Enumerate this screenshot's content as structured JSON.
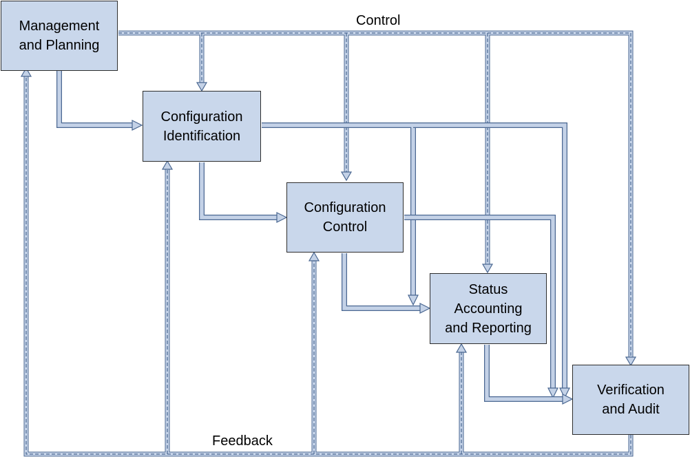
{
  "labels": {
    "control": "Control",
    "feedback": "Feedback"
  },
  "nodes": {
    "management": {
      "line1": "Management",
      "line2": "and Planning"
    },
    "identification": {
      "line1": "Configuration",
      "line2": "Identification"
    },
    "control": {
      "line1": "Configuration",
      "line2": "Control"
    },
    "status": {
      "line1": "Status",
      "line2": "Accounting",
      "line3": "and Reporting"
    },
    "verification": {
      "line1": "Verification",
      "line2": "and Audit"
    }
  },
  "colors": {
    "box_fill": "#c9d7eb",
    "pipe_fill": "#c4d2e7",
    "pipe_edge": "#4a6791",
    "box_border": "#2c2c2c"
  }
}
